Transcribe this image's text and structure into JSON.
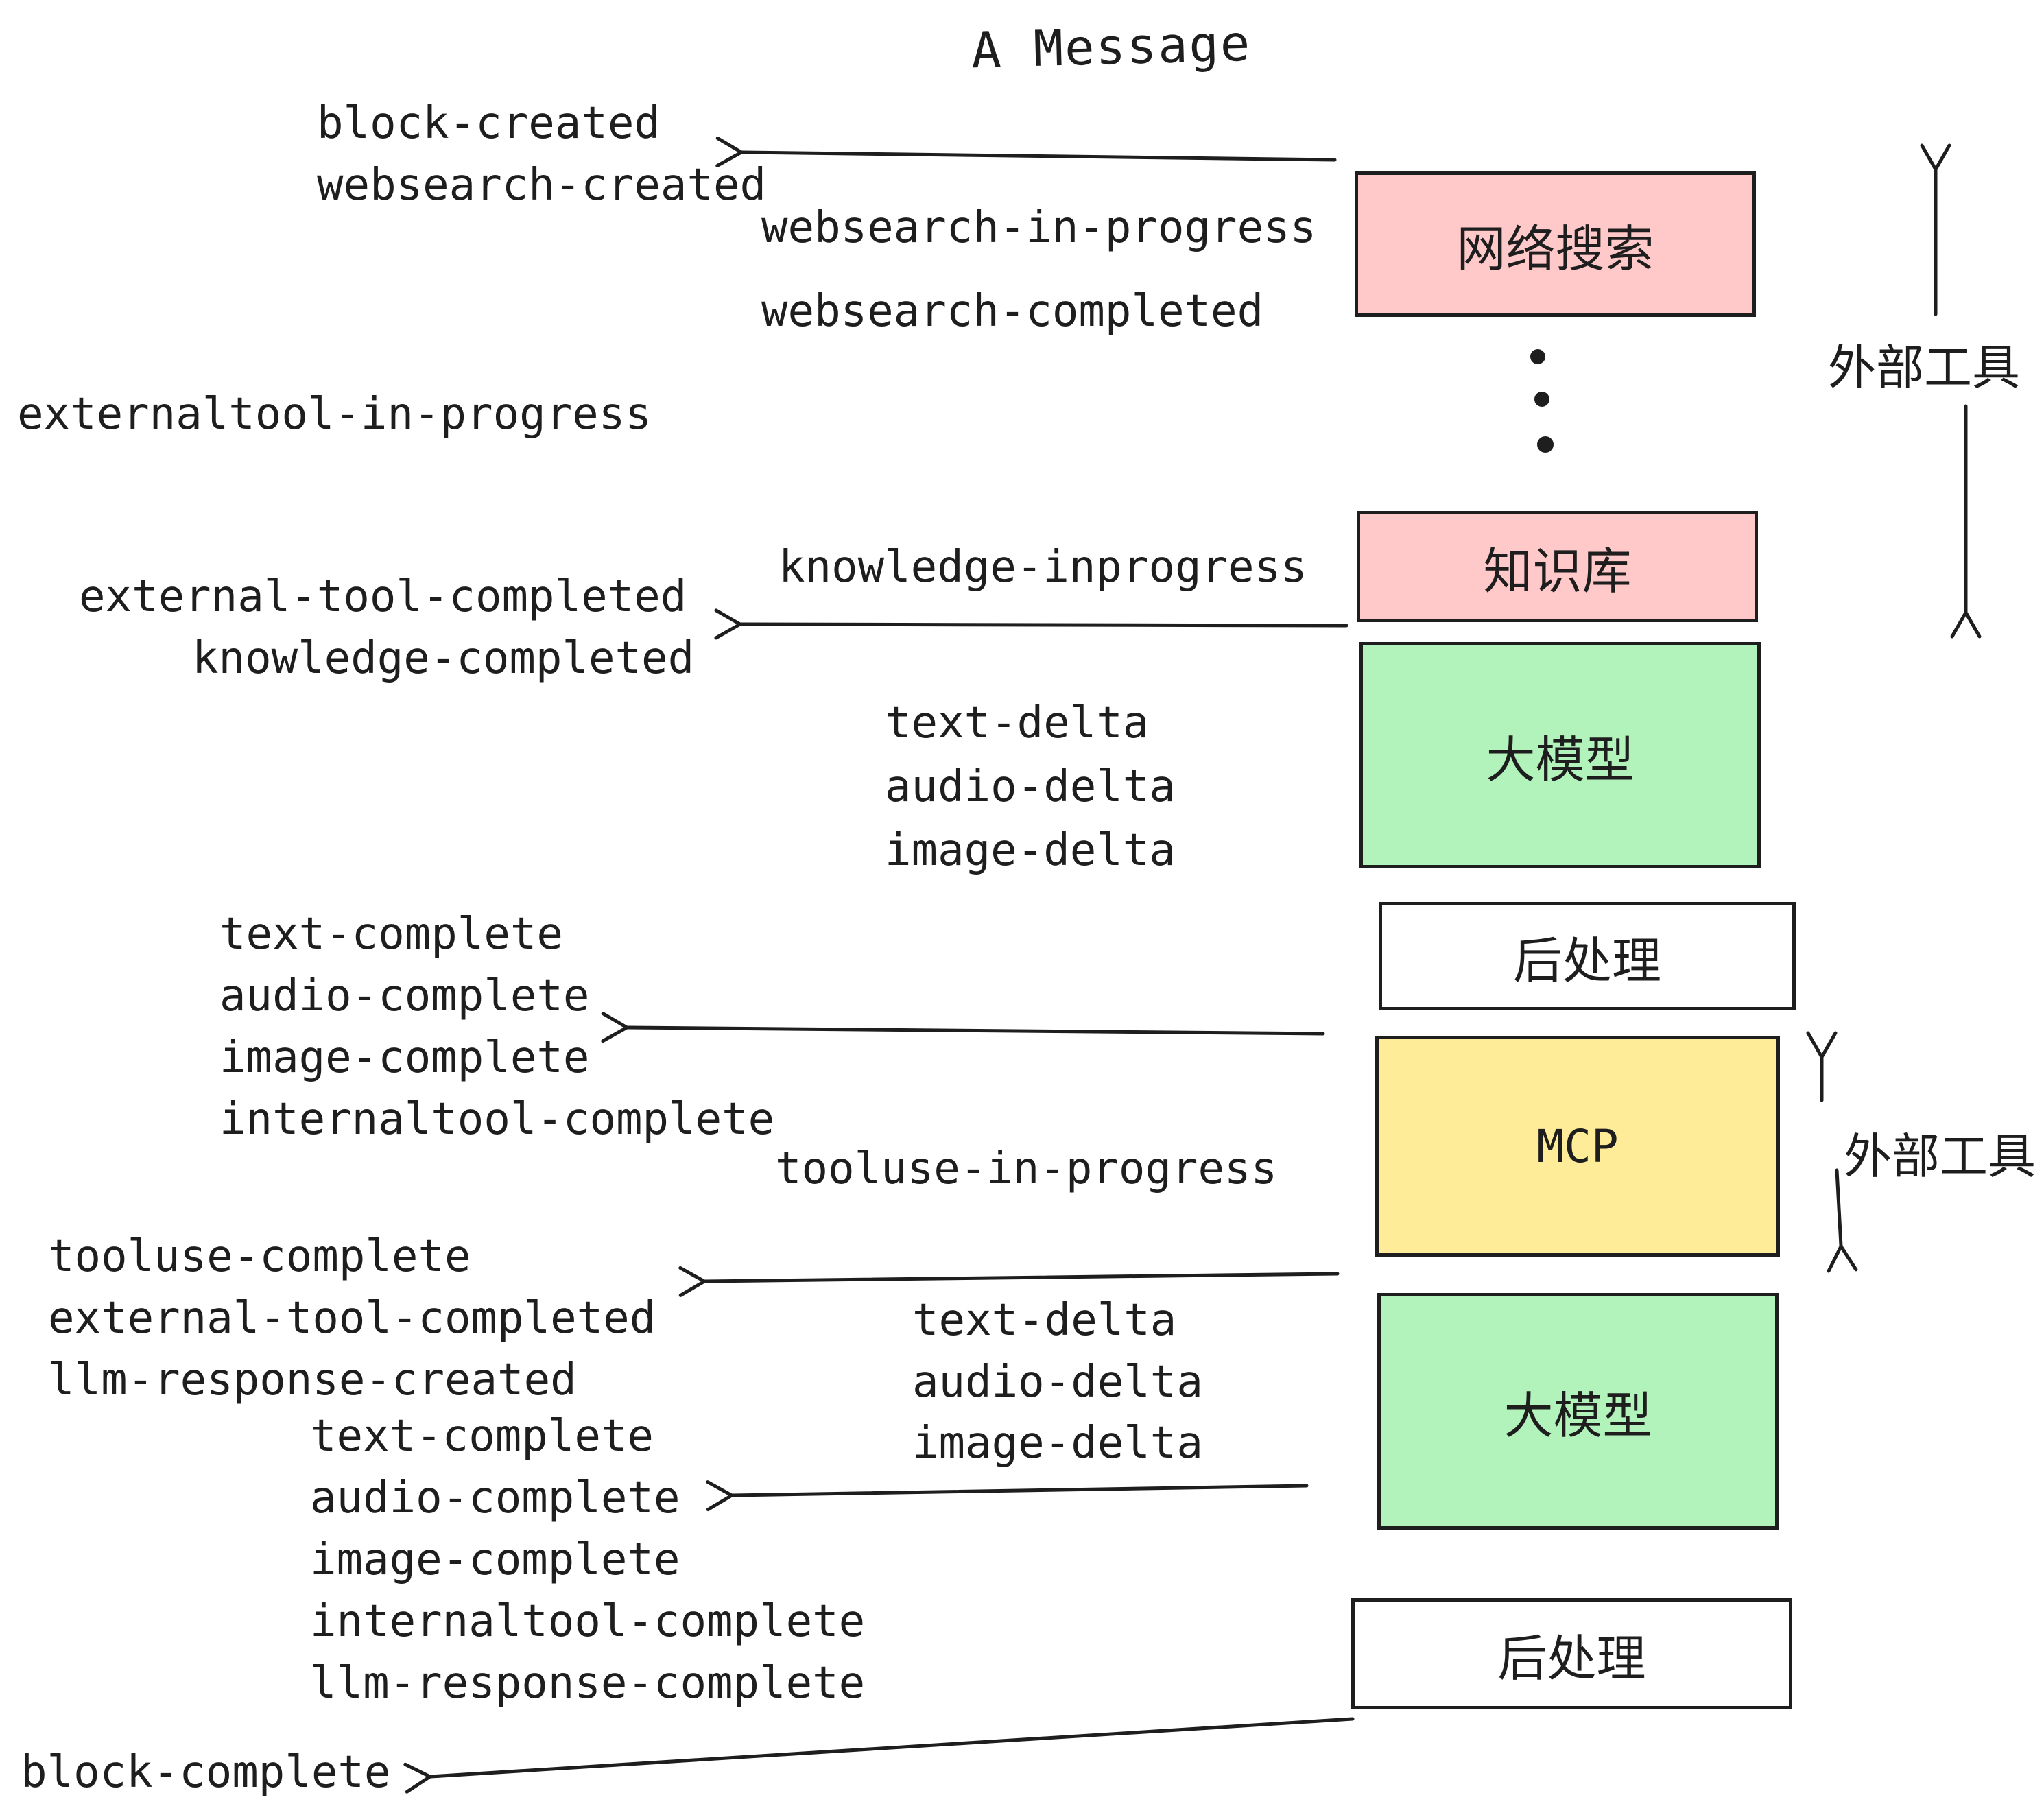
{
  "title": "A Message",
  "colors": {
    "pink": "#ffc9c9",
    "green": "#b2f2bb",
    "yellow": "#ffec99",
    "white": "#ffffff",
    "ink": "#1e1e1e"
  },
  "boxes": [
    {
      "label": "网络搜索",
      "color": "pink"
    },
    {
      "label": "知识库",
      "color": "pink"
    },
    {
      "label": "大模型",
      "color": "green"
    },
    {
      "label": "后处理",
      "color": "white"
    },
    {
      "label": "MCP",
      "color": "yellow"
    },
    {
      "label": "大模型",
      "color": "green"
    },
    {
      "label": "后处理",
      "color": "white"
    }
  ],
  "side_labels": [
    {
      "text": "外部工具"
    },
    {
      "text": "外部工具"
    }
  ],
  "events": [
    "block-created",
    "websearch-created",
    "websearch-in-progress",
    "websearch-completed",
    "externaltool-in-progress",
    "external-tool-completed",
    "knowledge-completed",
    "knowledge-inprogress",
    "text-delta",
    "audio-delta",
    "image-delta",
    "text-complete",
    "audio-complete",
    "image-complete",
    "internaltool-complete",
    "tooluse-in-progress",
    "tooluse-complete",
    "external-tool-completed",
    "llm-response-created",
    "text-complete",
    "audio-complete",
    "image-complete",
    "internaltool-complete",
    "llm-response-complete",
    "block-complete",
    "text-delta",
    "audio-delta",
    "image-delta"
  ]
}
